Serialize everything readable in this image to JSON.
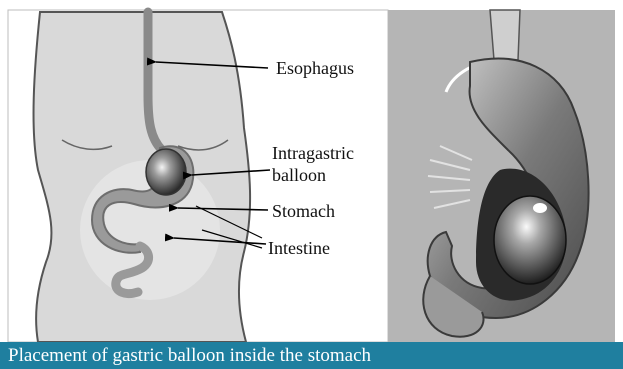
{
  "labels": {
    "esophagus": "Esophagus",
    "balloon_line1": "Intragastric",
    "balloon_line2": "balloon",
    "stomach": "Stomach",
    "intestine": "Intestine"
  },
  "caption": "Placement of gastric balloon inside the stomach",
  "colors": {
    "caption_background": "#1f7f9f",
    "caption_text": "#ffffff",
    "left_panel_background": "#ededed",
    "right_panel_background": "#b5b5b5"
  }
}
